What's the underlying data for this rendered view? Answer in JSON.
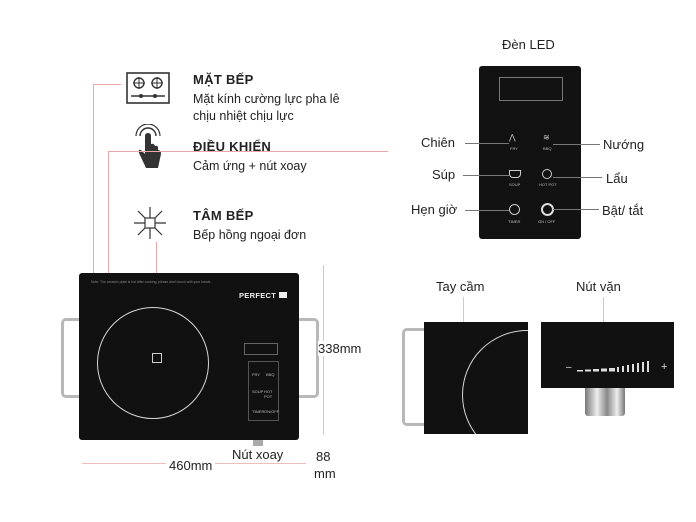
{
  "features": [
    {
      "title": "MẶT BẾP",
      "desc": [
        "Mặt kính cường lực pha lê",
        "chịu nhiệt chịu lực"
      ],
      "icon": "burner-grid-icon"
    },
    {
      "title": "ĐIỀU KHIỂN",
      "desc": [
        "Cảm ứng + nút xoay"
      ],
      "icon": "touch-finger-icon"
    },
    {
      "title": "TÂM BẾP",
      "desc": [
        "Bếp hồng ngoại đơn"
      ],
      "icon": "heat-star-icon"
    }
  ],
  "brand": "PERFECT",
  "warning_text": "Note: The ceramic plate is hot after cooking, please don't touch with your hands",
  "cooker_buttons": [
    "FRY",
    "BBQ",
    "SOUP",
    "HOT POT",
    "TIMER",
    "ON/OFF"
  ],
  "dimensions": {
    "width": "460mm",
    "depth": "338mm",
    "height_num": "88",
    "height_unit": "mm",
    "knob_label": "Nút xoay"
  },
  "control_panel": {
    "led_label": "Đèn LED",
    "left_labels": [
      "Chiên",
      "Súp",
      "Hẹn giờ"
    ],
    "right_labels": [
      "Nướng",
      "Lẩu",
      "Bật/ tắt"
    ],
    "buttons": [
      "FRY",
      "BBQ",
      "SOUP",
      "HOT POT",
      "TIMER",
      "ON / OFF"
    ]
  },
  "detail": {
    "handle_label": "Tay cầm",
    "knob_label": "Nút vặn",
    "minus": "–",
    "plus": "+"
  }
}
